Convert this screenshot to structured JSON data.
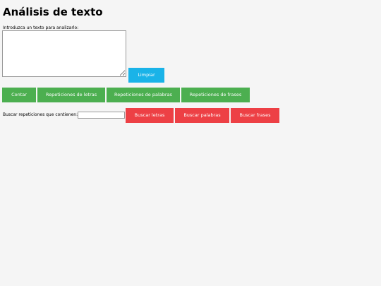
{
  "page": {
    "title": "Análisis de texto"
  },
  "input": {
    "label": "Introduzca un texto para analizarlo:",
    "value": ""
  },
  "buttons": {
    "clear": "Limpiar",
    "count": "Contar",
    "letter_reps": "Repeticiones de letras",
    "word_reps": "Repeticiones de palabras",
    "phrase_reps": "Repeticiones de frases"
  },
  "search": {
    "label": "Buscar repeticiones que contienen:",
    "value": "",
    "buttons": {
      "letters": "Buscar letras",
      "words": "Buscar palabras",
      "phrases": "Buscar frases"
    }
  },
  "colors": {
    "clear_button": "#1ab3e8",
    "action_buttons": "#4caf50",
    "search_buttons": "#ed4045",
    "background": "#f5f5f5"
  }
}
